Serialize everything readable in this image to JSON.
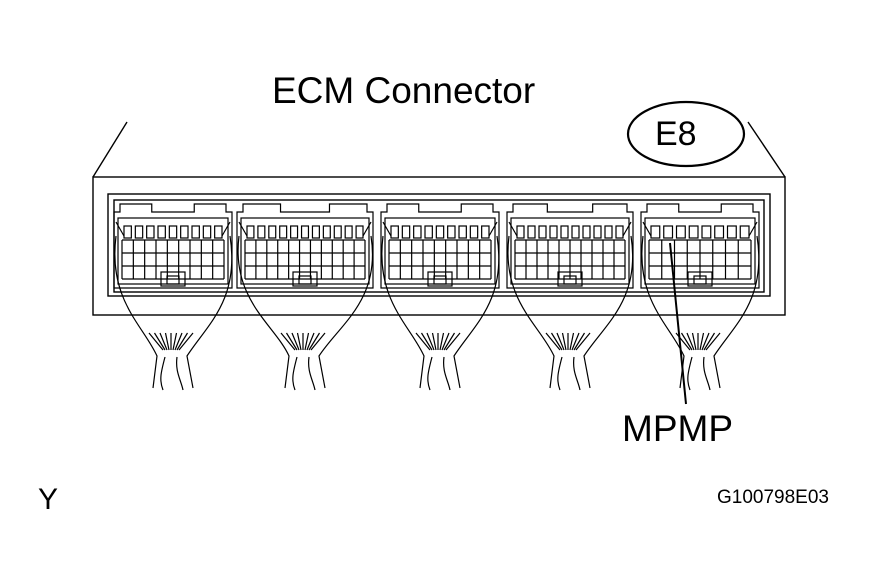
{
  "title": "ECM Connector",
  "connector_id": "E8",
  "pin_label": "MPMP",
  "corner_mark": "Y",
  "figure_id": "G100798E03",
  "colors": {
    "line": "#000000",
    "background": "#ffffff"
  }
}
